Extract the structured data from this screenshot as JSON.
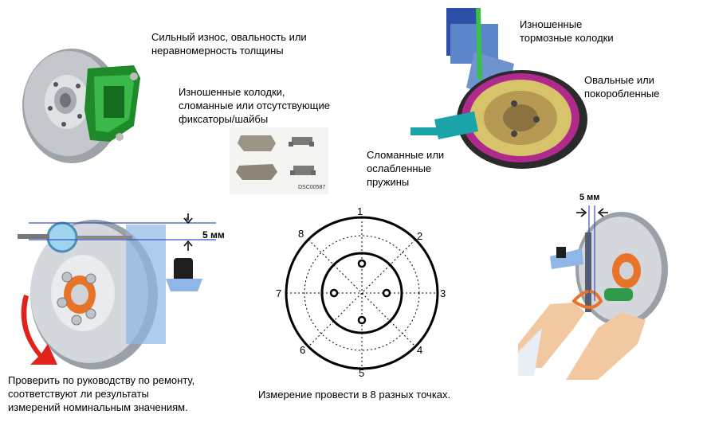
{
  "top_left": {
    "caption_line1": "Сильный износ, овальность или",
    "caption_line2": "неравномерность толщины"
  },
  "pads_photo": {
    "caption_line1": "Изношенные колодки,",
    "caption_line2": "сломанные или отсутствующие",
    "caption_line3": "фиксаторы/шайбы",
    "photo_label": "DSC00587"
  },
  "drum_brake": {
    "worn_shoes_line1": "Изношенные",
    "worn_shoes_line2": "тормозные колодки",
    "oval_line1": "Овальные или",
    "oval_line2": "покоробленные",
    "springs_line1": "Сломанные или",
    "springs_line2": "ослабленные",
    "springs_line3": "пружины"
  },
  "runout_left": {
    "measure_label": "5 мм",
    "caption_line1": "Проверить по руководству по ремонту,",
    "caption_line2": "соответствуют ли результаты",
    "caption_line3": "измерений номинальным значениям."
  },
  "points_diagram": {
    "points": [
      "1",
      "2",
      "3",
      "4",
      "5",
      "6",
      "7",
      "8"
    ],
    "caption": "Измерение провести в 8 разных точках."
  },
  "runout_right": {
    "measure_label": "5 мм"
  },
  "colors": {
    "caliper_green": "#1f8a2a",
    "disc_gray": "#b8bcc2",
    "arrow_red": "#e0221b",
    "hub_orange": "#e8742a",
    "guide_blue": "#3a4fc4",
    "drum_magenta": "#b02a8c",
    "bracket_blue": "#5b86c9",
    "teal": "#1aa3a8"
  }
}
